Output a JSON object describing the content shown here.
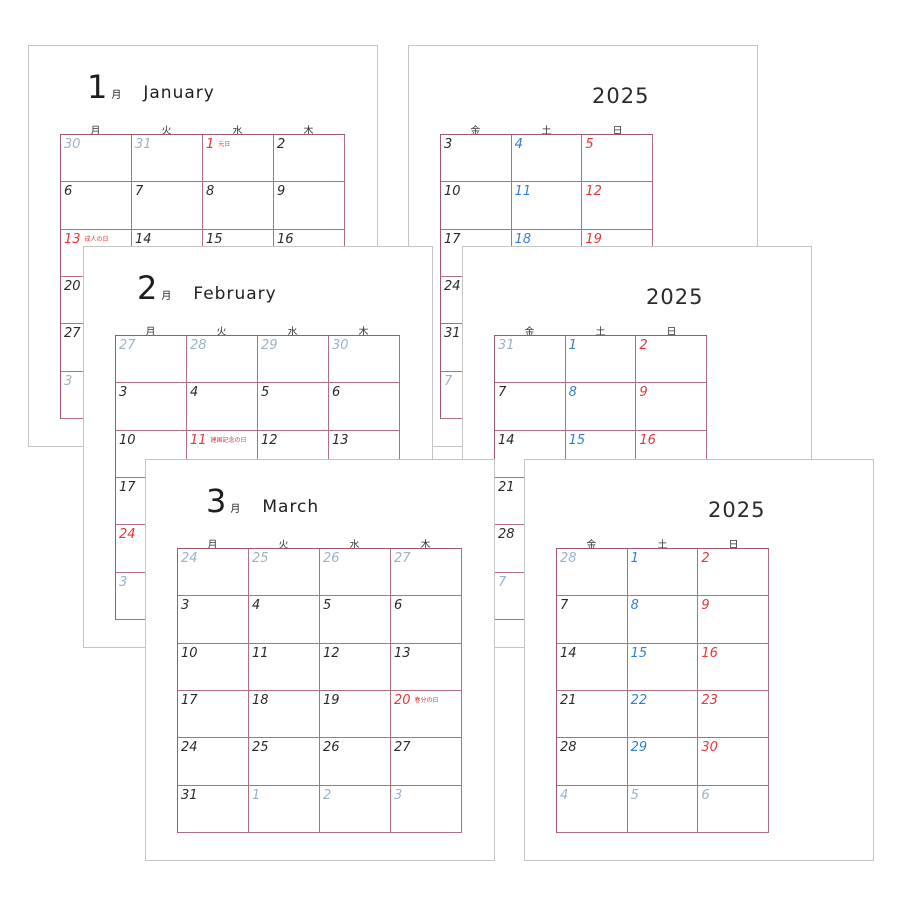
{
  "year": "2025",
  "colors": {
    "grid": "#9c5a6a",
    "other_month": "#9bb3c6",
    "normal": "#2a2a2a",
    "saturday": "#2f7fd4",
    "sunday_holiday": "#e8363a"
  },
  "weekdays_left": [
    "月",
    "火",
    "水",
    "木"
  ],
  "weekdays_right": [
    "金",
    "土",
    "日"
  ],
  "months": [
    {
      "num": "1",
      "kanji": "月",
      "name": "January",
      "left_rows": [
        [
          {
            "d": "30",
            "t": "o"
          },
          {
            "d": "31",
            "t": "o"
          },
          {
            "d": "1",
            "t": "h",
            "h": "元日"
          },
          {
            "d": "2",
            "t": "n"
          }
        ],
        [
          {
            "d": "6",
            "t": "n"
          },
          {
            "d": "7",
            "t": "n"
          },
          {
            "d": "8",
            "t": "n"
          },
          {
            "d": "9",
            "t": "n"
          }
        ],
        [
          {
            "d": "13",
            "t": "h",
            "h": "成人の日"
          },
          {
            "d": "14",
            "t": "n"
          },
          {
            "d": "15",
            "t": "n"
          },
          {
            "d": "16",
            "t": "n"
          }
        ],
        [
          {
            "d": "20",
            "t": "n"
          },
          {
            "d": "",
            "t": "n"
          },
          {
            "d": "",
            "t": "n"
          },
          {
            "d": "",
            "t": "n"
          }
        ],
        [
          {
            "d": "27",
            "t": "n"
          },
          {
            "d": "",
            "t": "n"
          },
          {
            "d": "",
            "t": "n"
          },
          {
            "d": "",
            "t": "n"
          }
        ],
        [
          {
            "d": "3",
            "t": "o"
          },
          {
            "d": "",
            "t": "n"
          },
          {
            "d": "",
            "t": "n"
          },
          {
            "d": "",
            "t": "n"
          }
        ]
      ],
      "right_rows": [
        [
          {
            "d": "3",
            "t": "n"
          },
          {
            "d": "4",
            "t": "s"
          },
          {
            "d": "5",
            "t": "h"
          }
        ],
        [
          {
            "d": "10",
            "t": "n"
          },
          {
            "d": "11",
            "t": "s"
          },
          {
            "d": "12",
            "t": "h"
          }
        ],
        [
          {
            "d": "17",
            "t": "n"
          },
          {
            "d": "18",
            "t": "s"
          },
          {
            "d": "19",
            "t": "h"
          }
        ],
        [
          {
            "d": "24",
            "t": "n"
          },
          {
            "d": "",
            "t": "n"
          },
          {
            "d": "",
            "t": "n"
          }
        ],
        [
          {
            "d": "31",
            "t": "n"
          },
          {
            "d": "",
            "t": "n"
          },
          {
            "d": "",
            "t": "n"
          }
        ],
        [
          {
            "d": "7",
            "t": "o"
          },
          {
            "d": "",
            "t": "n"
          },
          {
            "d": "",
            "t": "n"
          }
        ]
      ]
    },
    {
      "num": "2",
      "kanji": "月",
      "name": "February",
      "left_rows": [
        [
          {
            "d": "27",
            "t": "o"
          },
          {
            "d": "28",
            "t": "o"
          },
          {
            "d": "29",
            "t": "o"
          },
          {
            "d": "30",
            "t": "o"
          }
        ],
        [
          {
            "d": "3",
            "t": "n"
          },
          {
            "d": "4",
            "t": "n"
          },
          {
            "d": "5",
            "t": "n"
          },
          {
            "d": "6",
            "t": "n"
          }
        ],
        [
          {
            "d": "10",
            "t": "n"
          },
          {
            "d": "11",
            "t": "h",
            "h": "建国記念の日"
          },
          {
            "d": "12",
            "t": "n"
          },
          {
            "d": "13",
            "t": "n"
          }
        ],
        [
          {
            "d": "17",
            "t": "n"
          },
          {
            "d": "",
            "t": "n"
          },
          {
            "d": "",
            "t": "n"
          },
          {
            "d": "",
            "t": "n"
          }
        ],
        [
          {
            "d": "24",
            "t": "h"
          },
          {
            "d": "",
            "t": "n"
          },
          {
            "d": "",
            "t": "n"
          },
          {
            "d": "",
            "t": "n"
          }
        ],
        [
          {
            "d": "3",
            "t": "o"
          },
          {
            "d": "",
            "t": "n"
          },
          {
            "d": "",
            "t": "n"
          },
          {
            "d": "",
            "t": "n"
          }
        ]
      ],
      "right_rows": [
        [
          {
            "d": "31",
            "t": "o"
          },
          {
            "d": "1",
            "t": "s"
          },
          {
            "d": "2",
            "t": "h"
          }
        ],
        [
          {
            "d": "7",
            "t": "n"
          },
          {
            "d": "8",
            "t": "s"
          },
          {
            "d": "9",
            "t": "h"
          }
        ],
        [
          {
            "d": "14",
            "t": "n"
          },
          {
            "d": "15",
            "t": "s"
          },
          {
            "d": "16",
            "t": "h"
          }
        ],
        [
          {
            "d": "21",
            "t": "n"
          },
          {
            "d": "",
            "t": "n"
          },
          {
            "d": "",
            "t": "n"
          }
        ],
        [
          {
            "d": "28",
            "t": "n"
          },
          {
            "d": "",
            "t": "n"
          },
          {
            "d": "",
            "t": "n"
          }
        ],
        [
          {
            "d": "7",
            "t": "o"
          },
          {
            "d": "",
            "t": "n"
          },
          {
            "d": "",
            "t": "n"
          }
        ]
      ]
    },
    {
      "num": "3",
      "kanji": "月",
      "name": "March",
      "left_rows": [
        [
          {
            "d": "24",
            "t": "o"
          },
          {
            "d": "25",
            "t": "o"
          },
          {
            "d": "26",
            "t": "o"
          },
          {
            "d": "27",
            "t": "o"
          }
        ],
        [
          {
            "d": "3",
            "t": "n"
          },
          {
            "d": "4",
            "t": "n"
          },
          {
            "d": "5",
            "t": "n"
          },
          {
            "d": "6",
            "t": "n"
          }
        ],
        [
          {
            "d": "10",
            "t": "n"
          },
          {
            "d": "11",
            "t": "n"
          },
          {
            "d": "12",
            "t": "n"
          },
          {
            "d": "13",
            "t": "n"
          }
        ],
        [
          {
            "d": "17",
            "t": "n"
          },
          {
            "d": "18",
            "t": "n"
          },
          {
            "d": "19",
            "t": "n"
          },
          {
            "d": "20",
            "t": "h",
            "h": "春分の日"
          }
        ],
        [
          {
            "d": "24",
            "t": "n"
          },
          {
            "d": "25",
            "t": "n"
          },
          {
            "d": "26",
            "t": "n"
          },
          {
            "d": "27",
            "t": "n"
          }
        ],
        [
          {
            "d": "31",
            "t": "n"
          },
          {
            "d": "1",
            "t": "o"
          },
          {
            "d": "2",
            "t": "o"
          },
          {
            "d": "3",
            "t": "o"
          }
        ]
      ],
      "right_rows": [
        [
          {
            "d": "28",
            "t": "o"
          },
          {
            "d": "1",
            "t": "s"
          },
          {
            "d": "2",
            "t": "h"
          }
        ],
        [
          {
            "d": "7",
            "t": "n"
          },
          {
            "d": "8",
            "t": "s"
          },
          {
            "d": "9",
            "t": "h"
          }
        ],
        [
          {
            "d": "14",
            "t": "n"
          },
          {
            "d": "15",
            "t": "s"
          },
          {
            "d": "16",
            "t": "h"
          }
        ],
        [
          {
            "d": "21",
            "t": "n"
          },
          {
            "d": "22",
            "t": "s"
          },
          {
            "d": "23",
            "t": "h"
          }
        ],
        [
          {
            "d": "28",
            "t": "n"
          },
          {
            "d": "29",
            "t": "s"
          },
          {
            "d": "30",
            "t": "h"
          }
        ],
        [
          {
            "d": "4",
            "t": "o"
          },
          {
            "d": "5",
            "t": "o"
          },
          {
            "d": "6",
            "t": "o"
          }
        ]
      ]
    }
  ]
}
